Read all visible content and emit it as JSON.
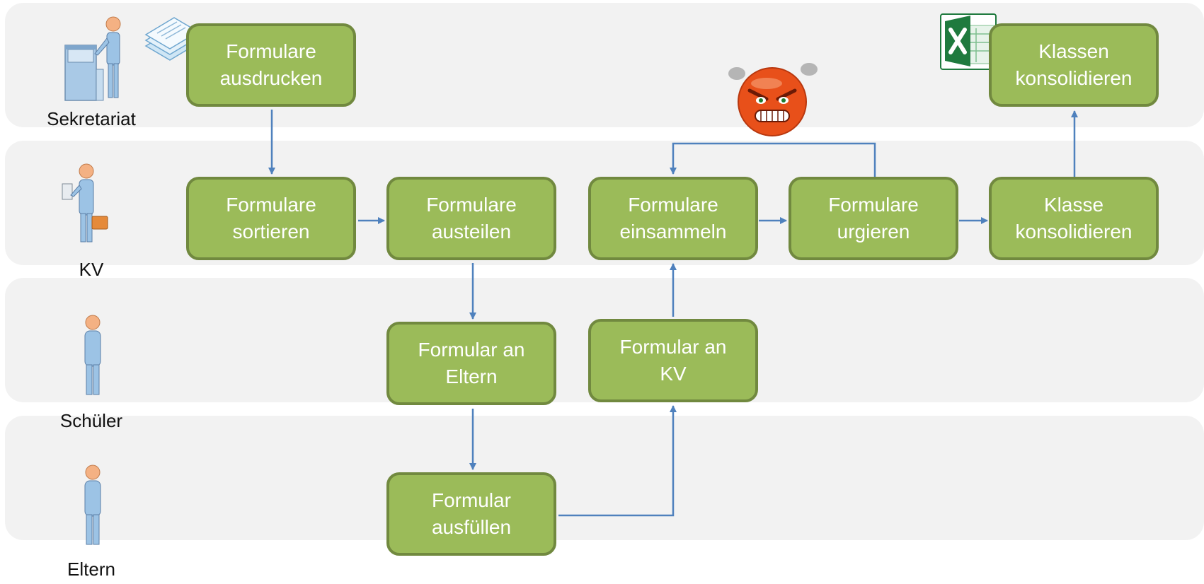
{
  "lanes": [
    {
      "label": "Sekretariat",
      "icon": "secretary-at-printer-icon"
    },
    {
      "label": "KV",
      "icon": "person-with-briefcase-icon"
    },
    {
      "label": "Schüler",
      "icon": "person-icon"
    },
    {
      "label": "Eltern",
      "icon": "person-icon"
    }
  ],
  "boxes": {
    "formulare_ausdrucken": "Formulare\nausdrucken",
    "klassen_konsolidieren": "Klassen\nkonsolidieren",
    "formulare_sortieren": "Formulare\nsortieren",
    "formulare_austeilen": "Formulare\nausteilen",
    "formulare_einsammeln": "Formulare\neinsammeln",
    "formulare_urgieren": "Formulare\nurgieren",
    "klasse_konsolidieren": "Klasse\nkonsolidieren",
    "formular_an_eltern": "Formular an\nEltern",
    "formular_an_kv": "Formular an\nKV",
    "formular_ausfuellen": "Formular\nausfüllen"
  },
  "decorations": {
    "papers": "paper-stack-icon",
    "angry_face": "angry-face-icon",
    "excel": "excel-icon"
  },
  "colors": {
    "box_fill": "#9bbb59",
    "box_border": "#71893f",
    "arrow": "#4f81bd",
    "lane_bg": "#f2f2f2",
    "angry_face": "#e8501a",
    "excel_green": "#1f7a3e"
  }
}
